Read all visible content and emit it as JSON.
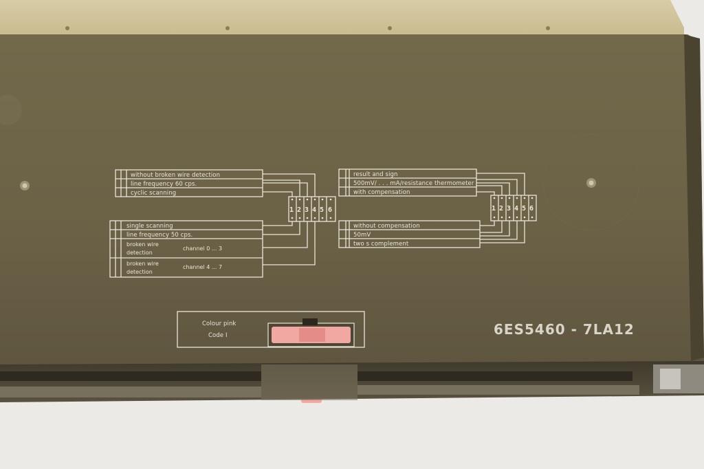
{
  "left_panel": {
    "top_group": [
      {
        "label": "without broken wire detection"
      },
      {
        "label": "line frequency 60 cps."
      },
      {
        "label": "cyclic scanning"
      }
    ],
    "bottom_group": [
      {
        "label": "single scanning"
      },
      {
        "label": "line frequency 50 cps."
      },
      {
        "label": "broken wire detection",
        "line1": "broken wire",
        "line2": "detection",
        "channel": "channel 0 ... 3"
      },
      {
        "label": "broken wire detection",
        "line1": "broken wire",
        "line2": "detection",
        "channel": "channel 4 ... 7"
      }
    ],
    "switch_numbers": [
      "1",
      "2",
      "3",
      "4",
      "5",
      "6"
    ]
  },
  "right_panel": {
    "top_group": [
      {
        "label": "result and sign"
      },
      {
        "label": "500mV/ . . . mA/resistance thermometer"
      },
      {
        "label": "with compensation"
      }
    ],
    "bottom_group": [
      {
        "label": "without compensation"
      },
      {
        "label": "50mV"
      },
      {
        "label": "two s complement"
      }
    ],
    "switch_numbers": [
      "1",
      "2",
      "3",
      "4",
      "5",
      "6"
    ]
  },
  "code_box": {
    "line1": "Colour pink",
    "line2": "Code I"
  },
  "part_number": "6ES5460 - 7LA12",
  "colors": {
    "panel": "#6e6447",
    "panel_dark": "#564d35",
    "print": "#e9e6da",
    "connector": "#f0a0a0",
    "top_edge": "#d6c9a0"
  }
}
